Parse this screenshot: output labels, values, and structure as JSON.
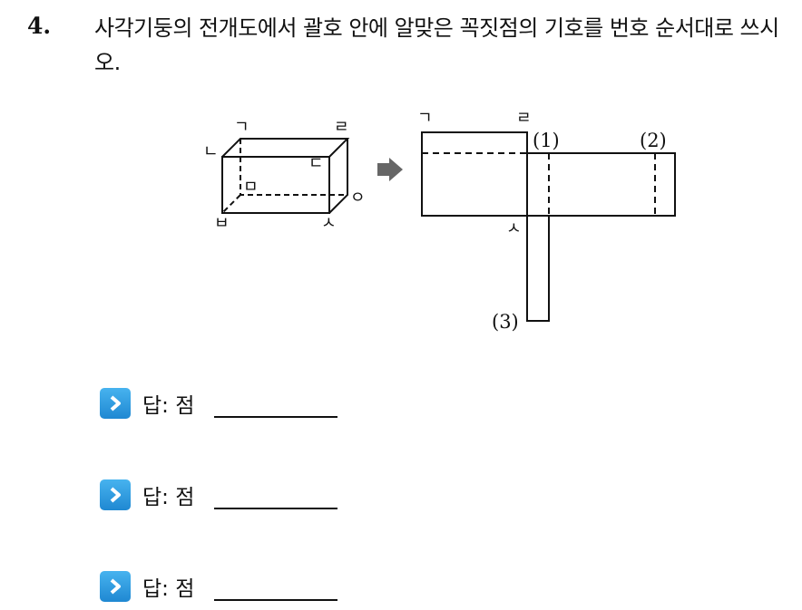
{
  "question": {
    "number": "4.",
    "text": "사각기둥의 전개도에서 괄호 안에 알맞은 꼭짓점의 기호를 번호 순서대로 쓰시오."
  },
  "figure": {
    "cube_labels": {
      "g": "ㄱ",
      "r": "ㄹ",
      "n": "ㄴ",
      "d": "ㄷ",
      "m": "ㅁ",
      "o": "ㅇ",
      "b": "ㅂ",
      "s": "ㅅ"
    },
    "net_labels": {
      "g": "ㄱ",
      "r": "ㄹ",
      "s": "ㅅ"
    },
    "blanks": [
      "(1)",
      "(2)",
      "(3)"
    ]
  },
  "answers": [
    {
      "label": "답: 점",
      "value": ""
    },
    {
      "label": "답: 점",
      "value": ""
    },
    {
      "label": "답: 점",
      "value": ""
    }
  ],
  "colors": {
    "icon": "#2e9fe3",
    "arrow": "#666666"
  }
}
